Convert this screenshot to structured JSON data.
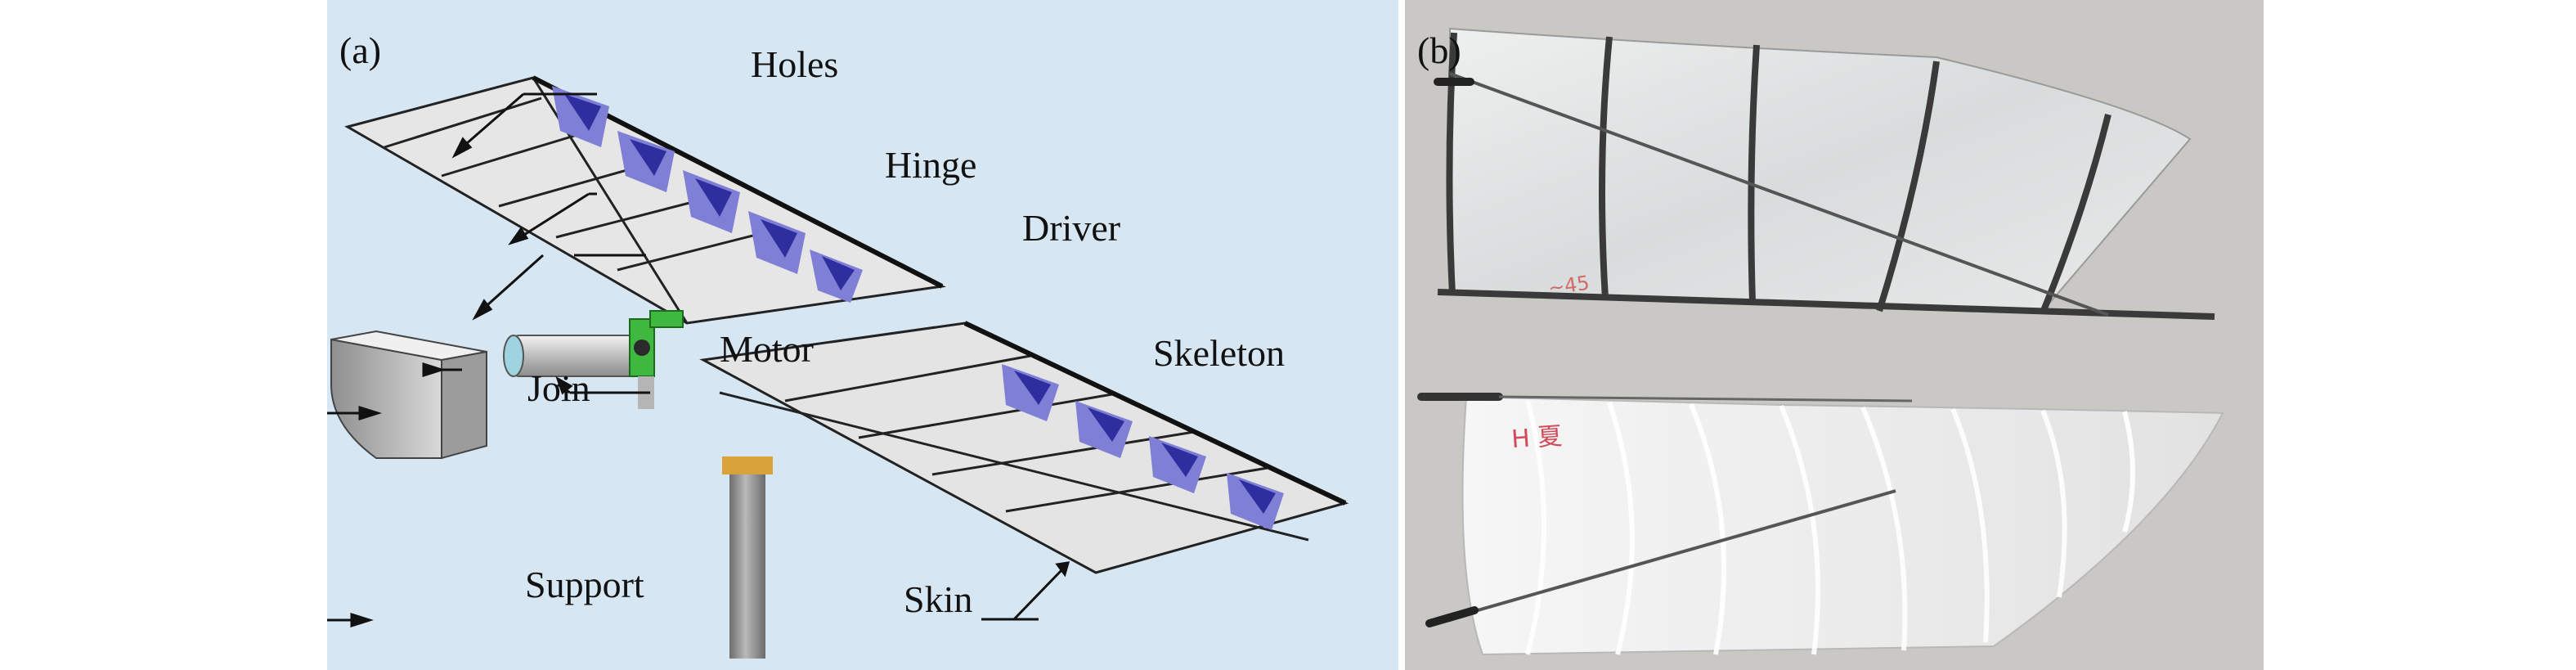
{
  "panel_a": {
    "tag": "(a)",
    "labels": {
      "holes": "Holes",
      "hinge": "Hinge",
      "driver": "Driver",
      "motor": "Motor",
      "skeleton": "Skeleton",
      "join": "Join",
      "support": "Support",
      "skin": "Skin"
    }
  },
  "panel_b": {
    "tag": "(b)",
    "handwriting_top": "~45",
    "handwriting_bottom": "H 夏"
  },
  "colors": {
    "panel_a_background": "#d6e6f2",
    "wing_skin": "#e4e4e4",
    "holes": "#2e2e9e",
    "driver_bracket": "#3fb83f",
    "support_post": "#8a8a8a",
    "photo_background": "#c9c8c4"
  }
}
